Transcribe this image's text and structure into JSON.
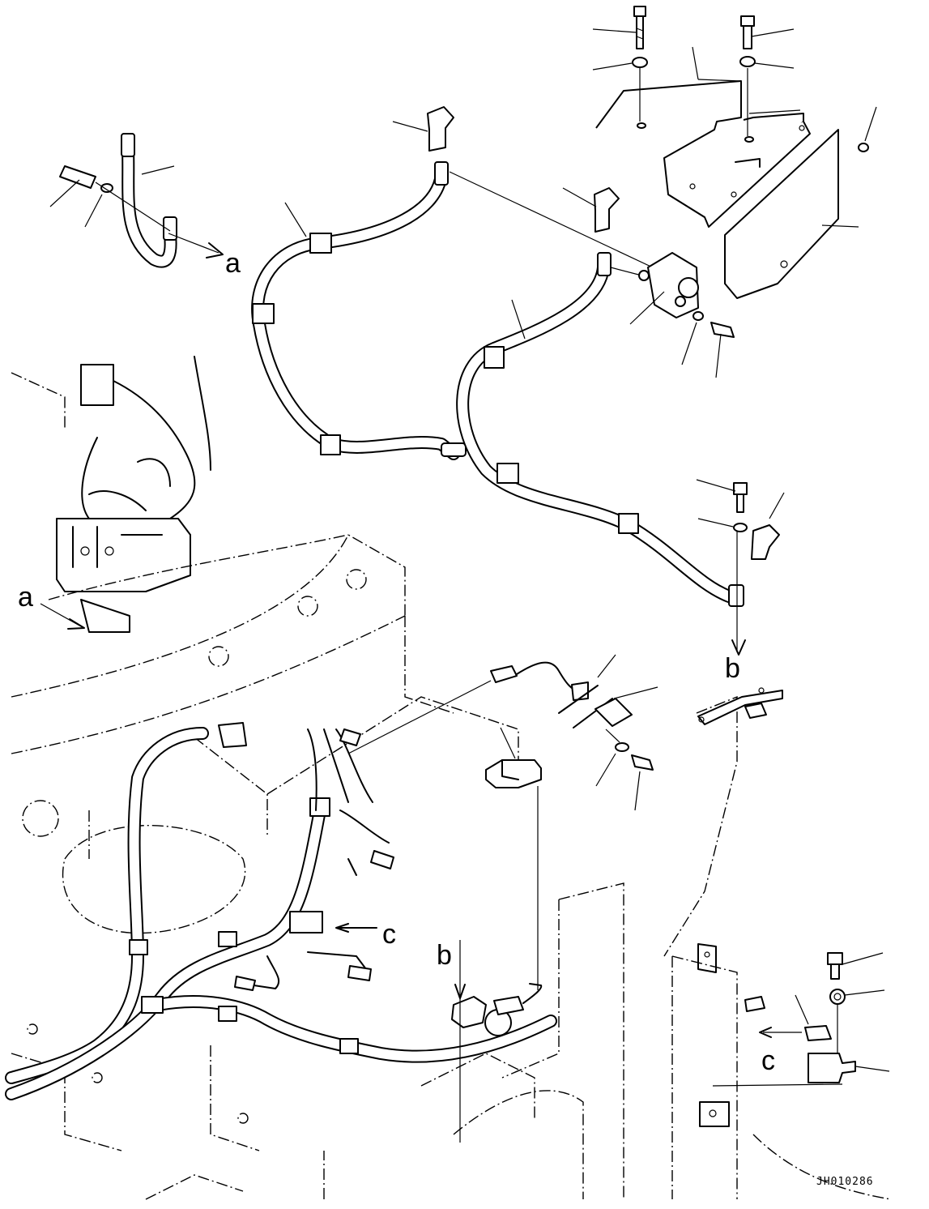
{
  "reference_labels": {
    "a_callout": "a",
    "a_frame": "a",
    "b_callout": "b",
    "b_frame": "b",
    "c_harness": "c",
    "c_bracket": "c"
  },
  "drawing_code": "JH010286",
  "colors": {
    "line": "#000000",
    "background": "#ffffff"
  }
}
